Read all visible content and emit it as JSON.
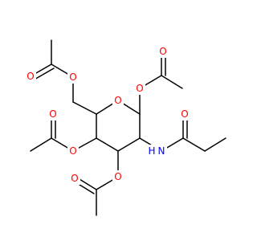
{
  "atoms": {
    "ring_o": "O",
    "o_top_left_ester": "O",
    "o_top_left_carbonyl": "O",
    "o_top_right_ester": "O",
    "o_top_right_carbonyl": "O",
    "o_mid_left_ester": "O",
    "o_mid_left_carbonyl": "O",
    "o_bottom_ester": "O",
    "o_bottom_carbonyl": "O",
    "amide_o": "O",
    "amide_n": "N",
    "amide_h": "H"
  },
  "colors": {
    "bond": "#000000",
    "oxygen": "#ff0000",
    "nitrogen": "#0000ff"
  }
}
